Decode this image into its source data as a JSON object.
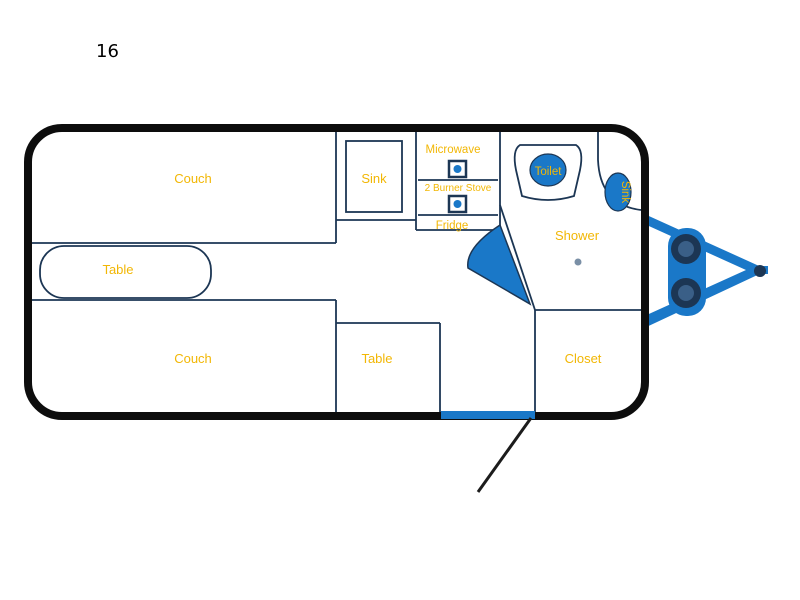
{
  "model_number": "16",
  "rooms": {
    "couch_top": "Couch",
    "table_left": "Table",
    "couch_bottom": "Couch",
    "sink_galley": "Sink",
    "microwave": "Microwave",
    "stove": "2 Burner Stove",
    "fridge": "Fridge",
    "toilet": "Toilet",
    "sink_bath": "Sink",
    "shower": "Shower",
    "table_center": "Table",
    "closet": "Closet"
  },
  "colors": {
    "wall": "#0d0d0d",
    "partition": "#1c3654",
    "accent_blue": "#1a78c8",
    "label_yellow": "#f2b705"
  }
}
